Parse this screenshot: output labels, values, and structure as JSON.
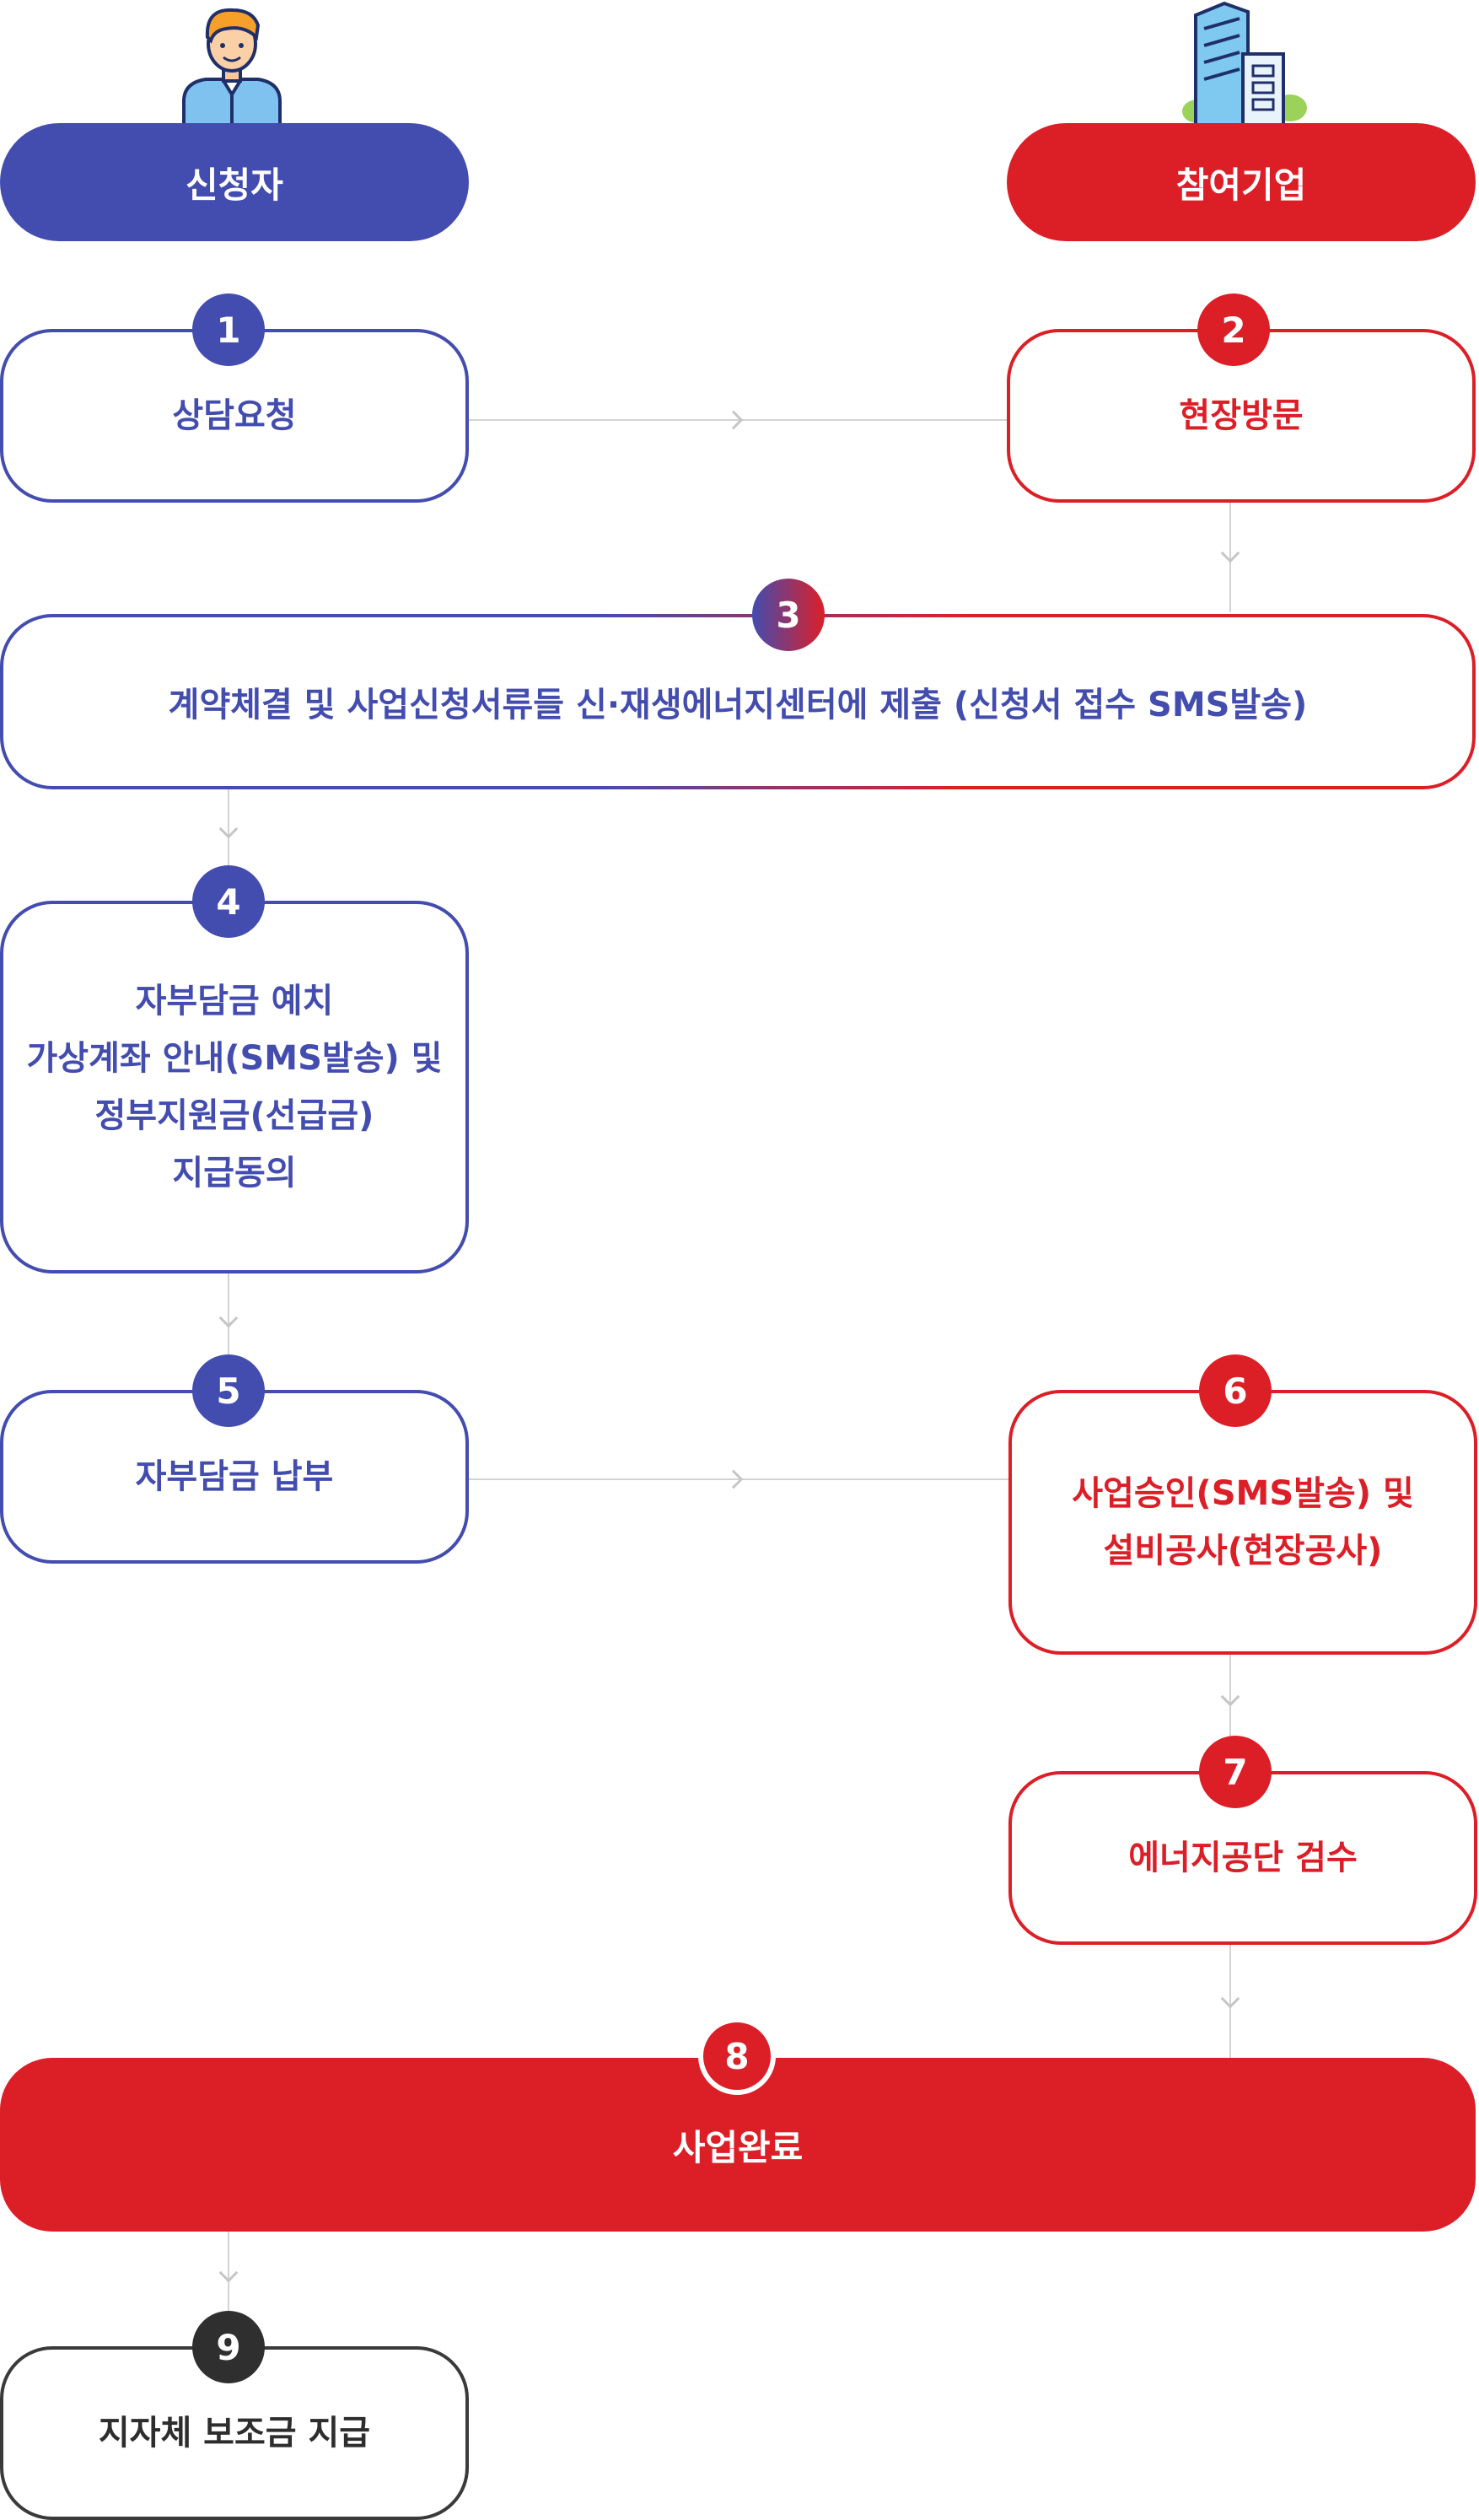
{
  "headers": {
    "applicant": "신청자",
    "company": "참여기업"
  },
  "icons": {
    "applicant": "person-avatar-icon",
    "company": "office-building-icon"
  },
  "colors": {
    "applicant": "#434caf",
    "company": "#dc1f27",
    "final": "#2f2f2f",
    "connector": "#d3d3d3"
  },
  "steps": [
    {
      "number": "1",
      "lines": [
        "상담요청"
      ]
    },
    {
      "number": "2",
      "lines": [
        "현장방문"
      ]
    },
    {
      "number": "3",
      "lines": [
        "계약체결 및 사업신청서류들 신·재생에너지센터에 제출 (신청서 접수 SMS발송)"
      ]
    },
    {
      "number": "4",
      "lines": [
        "자부담금 예치",
        "가상계좌 안내(SMS발송) 및",
        "정부지원금(선급금)",
        "지급동의"
      ]
    },
    {
      "number": "5",
      "lines": [
        "자부담금 납부"
      ]
    },
    {
      "number": "6",
      "lines": [
        "사업승인(SMS발송) 및",
        "설비공사(현장공사)"
      ]
    },
    {
      "number": "7",
      "lines": [
        "에너지공단 검수"
      ]
    },
    {
      "number": "8",
      "lines": [
        "사업완료"
      ]
    },
    {
      "number": "9",
      "lines": [
        "지자체 보조금 지급"
      ]
    }
  ]
}
